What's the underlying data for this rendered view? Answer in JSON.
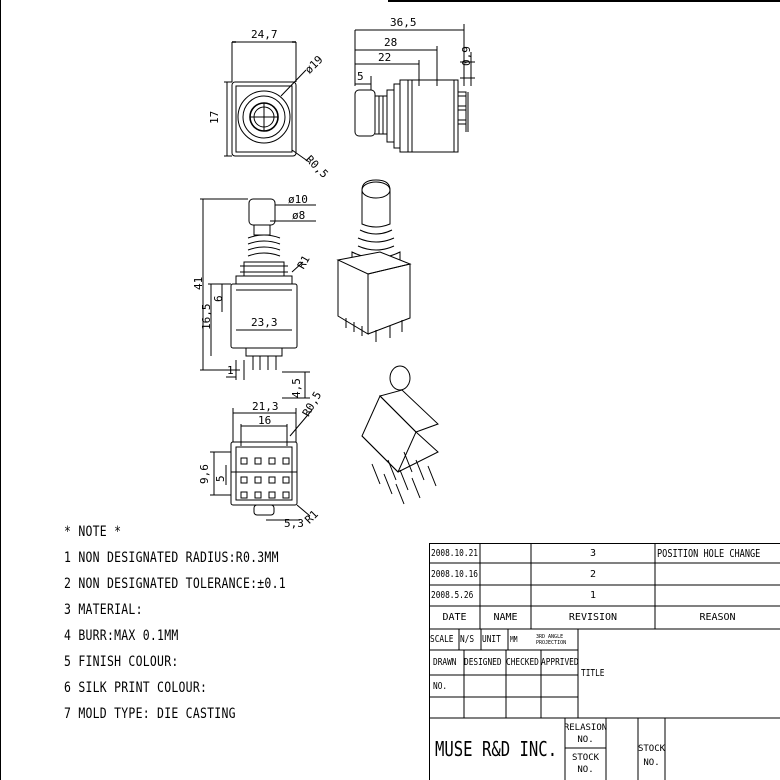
{
  "dimensions": {
    "width_24_7": "24,7",
    "height_17": "17",
    "dia_19": "ø19",
    "r_0_5_top": "R0,5",
    "len_36_5": "36,5",
    "len_28": "28",
    "len_22": "22",
    "len_5": "5",
    "len_0_9": "0,9",
    "dia_10": "ø10",
    "dia_8": "ø8",
    "r_1_front": "R1",
    "height_41": "41",
    "height_16_5": "16,5",
    "height_6": "6",
    "width_23_3": "23,3",
    "pin_1": "1",
    "len_4_5": "4,5",
    "width_21_3": "21,3",
    "width_16": "16",
    "r_0_5_bottom": "R0,5",
    "height_9_6": "9,6",
    "height_5": "5",
    "width_5_3": "5,3",
    "r_1_bottom": "R1"
  },
  "notes": {
    "heading": "* NOTE *",
    "items": [
      "1 NON DESIGNATED RADIUS:R0.3MM",
      "2 NON DESIGNATED TOLERANCE:±0.1",
      "3 MATERIAL:",
      "4 BURR:MAX 0.1MM",
      "5 FINISH COLOUR:",
      "6 SILK PRINT COLOUR:",
      "7 MOLD TYPE: DIE CASTING"
    ]
  },
  "title_block": {
    "revisions": [
      {
        "date": "2008.10.21",
        "name": "",
        "revision": "3",
        "reason": "POSITION HOLE CHANGE"
      },
      {
        "date": "2008.10.16",
        "name": "",
        "revision": "2",
        "reason": ""
      },
      {
        "date": "2008.5.26",
        "name": "",
        "revision": "1",
        "reason": ""
      }
    ],
    "headers": {
      "date": "DATE",
      "name": "NAME",
      "revision": "REVISION",
      "reason": "REASON"
    },
    "scale": "SCALE",
    "scale_value": "N/S",
    "unit": "UNIT",
    "unit_value": "MM",
    "projection": "3RD ANGLE PROJECTION",
    "drawn": "DRAWN",
    "designed": "DESIGNED",
    "checked": "CHECKED",
    "approved": "APPRIVED",
    "title": "TITLE",
    "no": "NO.",
    "company": "MUSE R&D INC.",
    "relation_no": "RELASION NO.",
    "stock_no": "STOCK NO.",
    "stock_no_2": "STOCK NO."
  }
}
